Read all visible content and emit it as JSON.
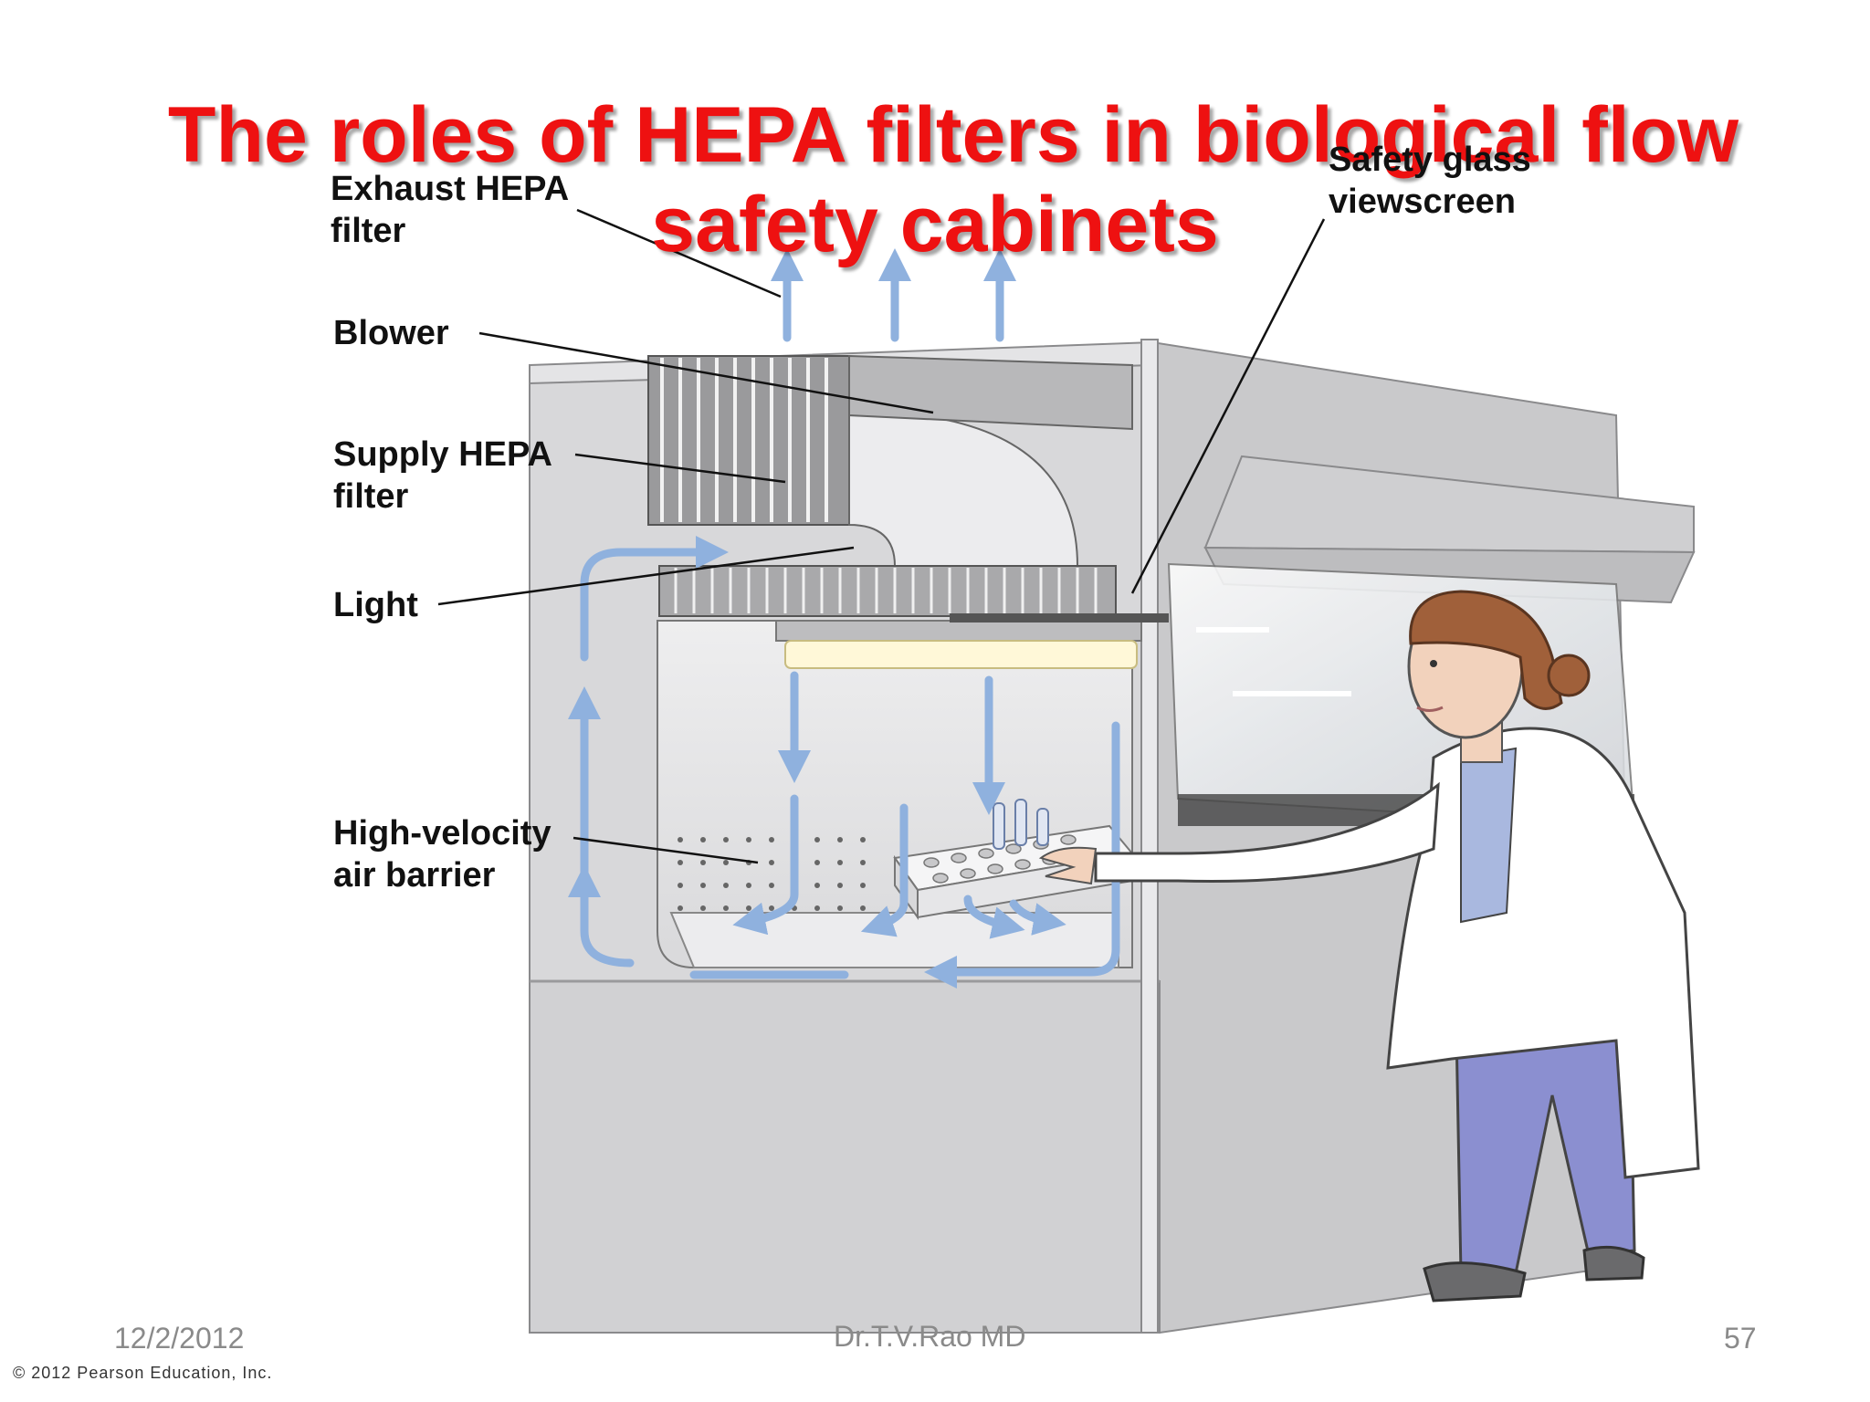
{
  "title": {
    "line1": "The roles of HEPA filters in biological flow",
    "line2": "safety cabinets"
  },
  "labels": {
    "exhaust_line1": "Exhaust HEPA",
    "exhaust_line2": "filter",
    "blower": "Blower",
    "supply_line1": "Supply HEPA",
    "supply_line2": "filter",
    "light": "Light",
    "barrier_line1": "High-velocity",
    "barrier_line2": "air barrier",
    "glass_line1": "Safety glass",
    "glass_line2": "viewscreen"
  },
  "footer": {
    "date": "12/2/2012",
    "author": "Dr.T.V.Rao MD",
    "page": "57"
  },
  "copyright": "© 2012 Pearson Education, Inc.",
  "colors": {
    "title": "#ee1111",
    "airflow": "#8fb1de",
    "cabinet": "#d6d6d8",
    "coat": "#ffffff",
    "pants": "#8b8fd0"
  }
}
